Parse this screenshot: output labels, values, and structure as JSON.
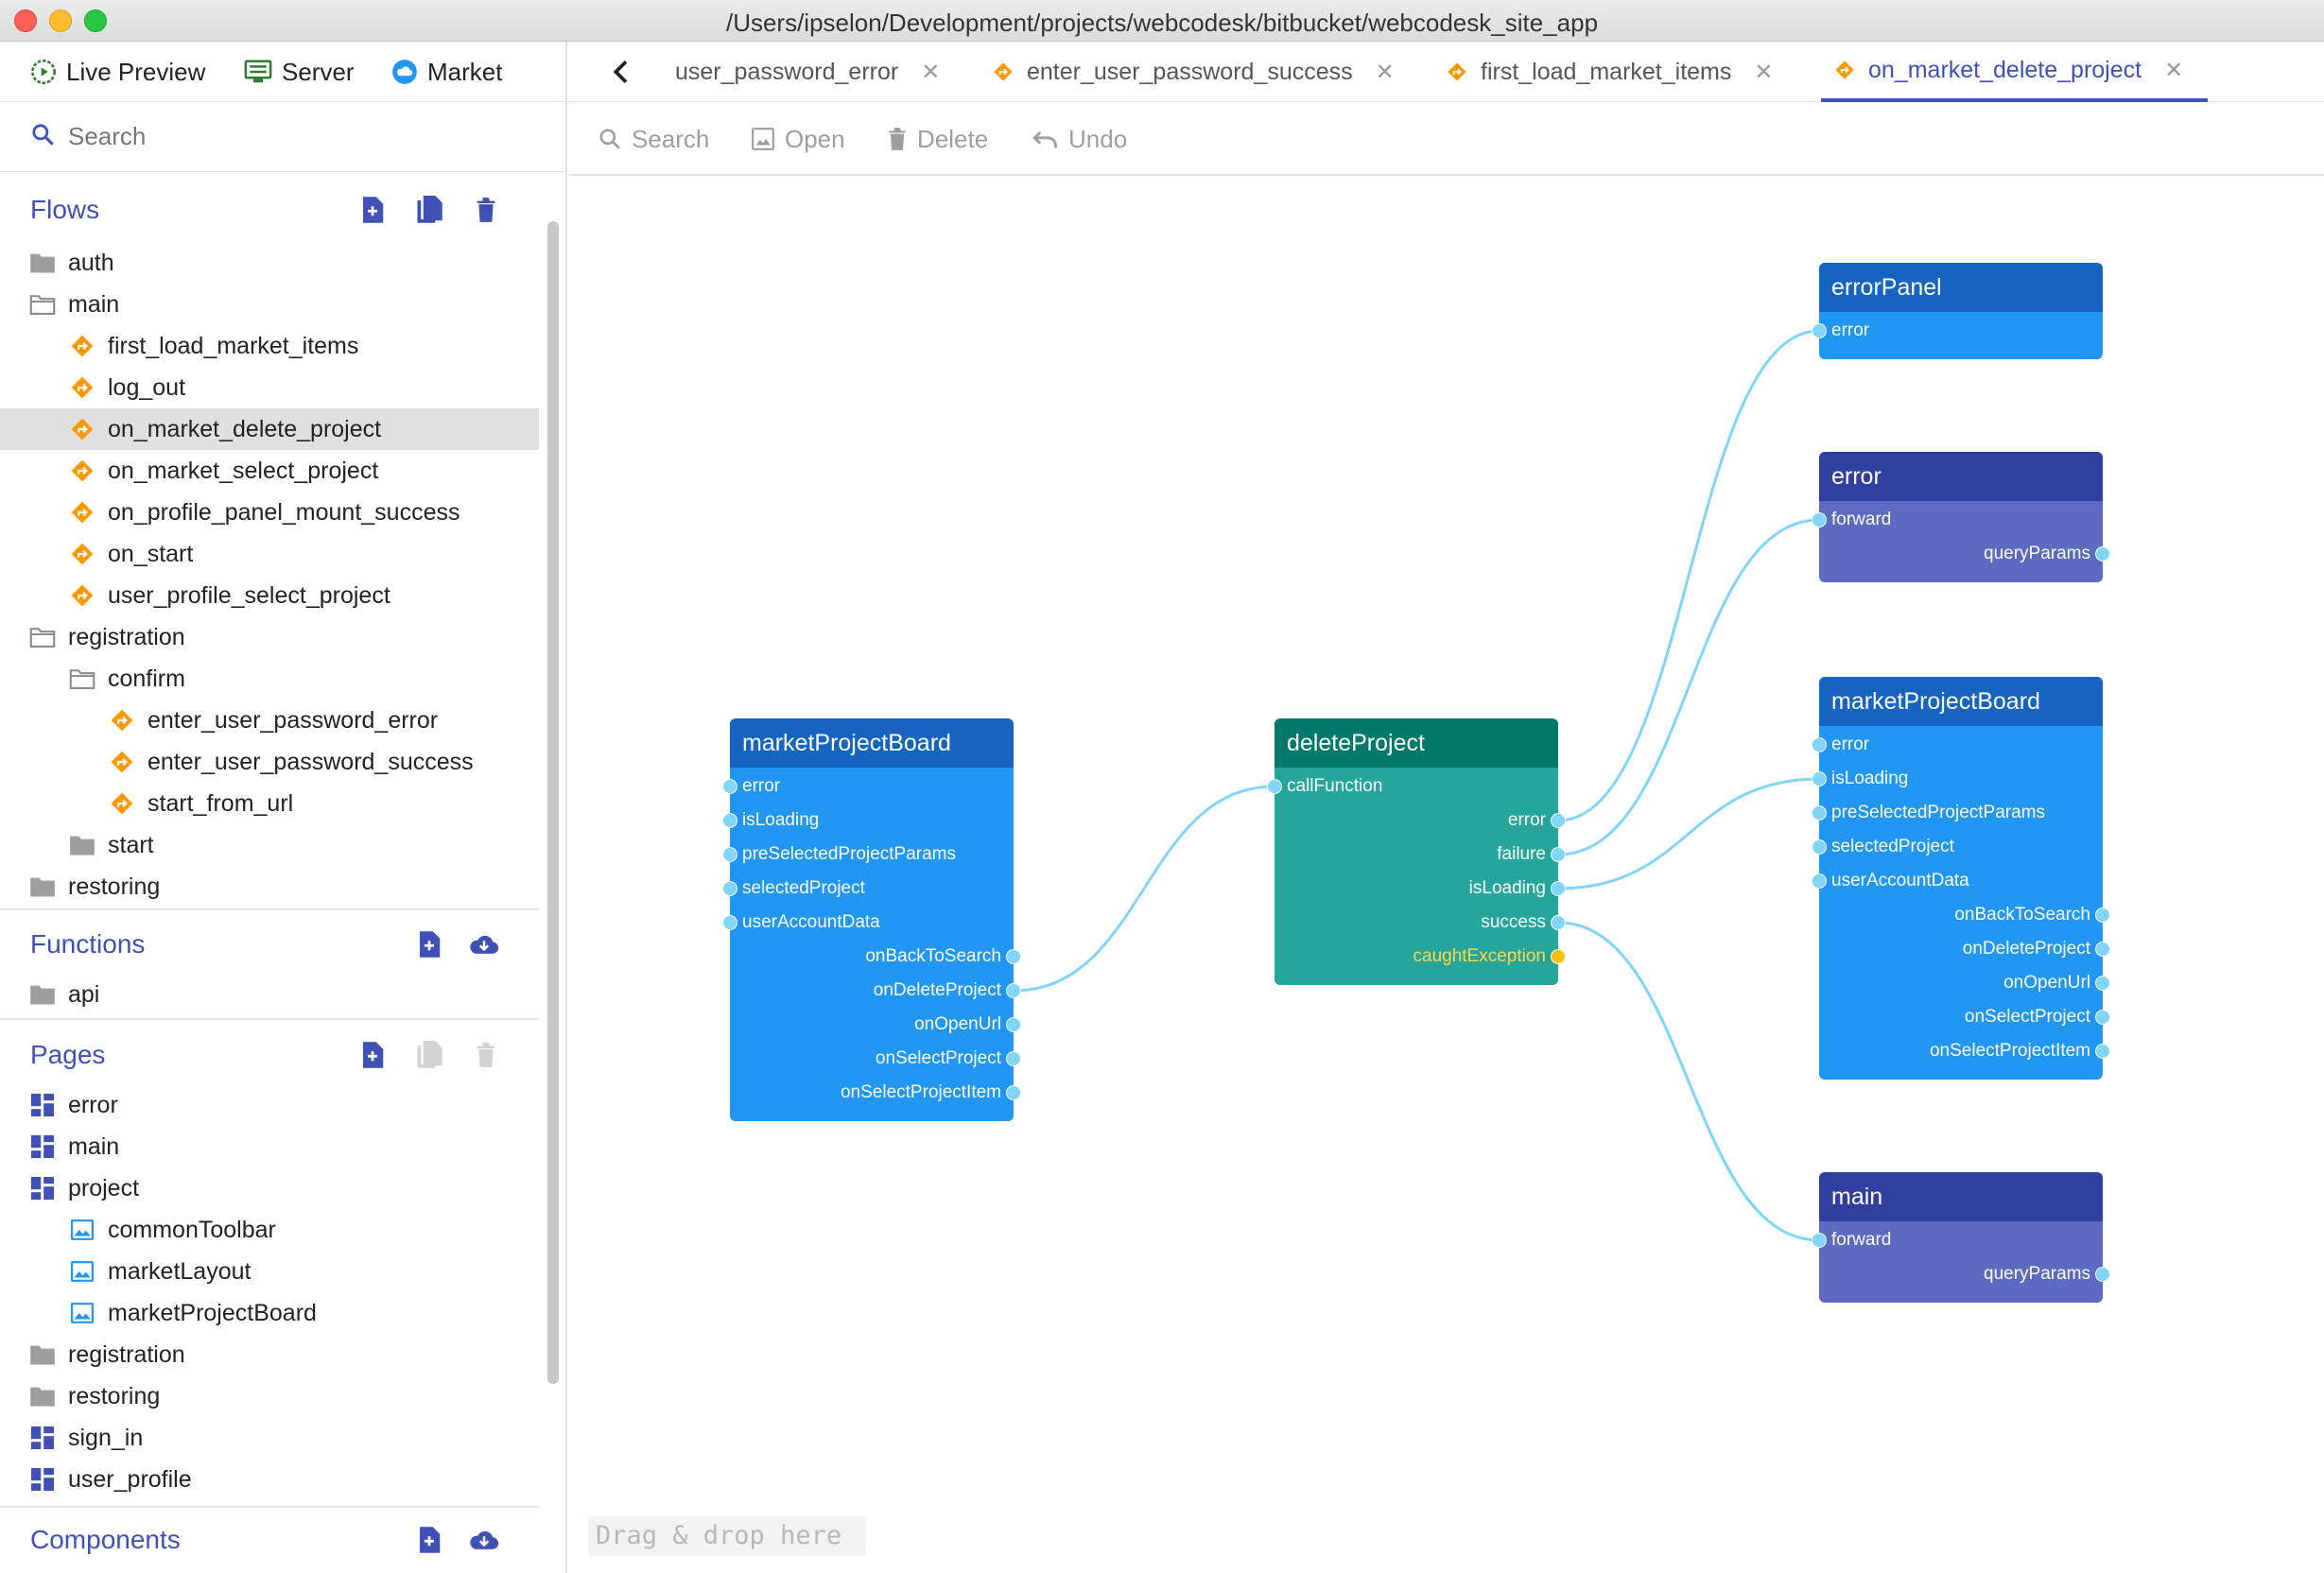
{
  "window": {
    "title": "/Users/ipselon/Development/projects/webcodesk/bitbucket/webcodesk_site_app"
  },
  "app_tabs": {
    "live_preview": "Live Preview",
    "server": "Server",
    "market": "Market"
  },
  "sidebar": {
    "search_placeholder": "Search",
    "flows": {
      "title": "Flows",
      "items": [
        {
          "label": "auth",
          "icon": "folder-filled-icon"
        },
        {
          "label": "main",
          "icon": "folder-open-icon"
        },
        {
          "label": "first_load_market_items",
          "icon": "flow-icon"
        },
        {
          "label": "log_out",
          "icon": "flow-icon"
        },
        {
          "label": "on_market_delete_project",
          "icon": "flow-icon",
          "selected": true
        },
        {
          "label": "on_market_select_project",
          "icon": "flow-icon"
        },
        {
          "label": "on_profile_panel_mount_success",
          "icon": "flow-icon"
        },
        {
          "label": "on_start",
          "icon": "flow-icon"
        },
        {
          "label": "user_profile_select_project",
          "icon": "flow-icon"
        },
        {
          "label": "registration",
          "icon": "folder-open-icon"
        },
        {
          "label": "confirm",
          "icon": "folder-open-icon"
        },
        {
          "label": "enter_user_password_error",
          "icon": "flow-icon"
        },
        {
          "label": "enter_user_password_success",
          "icon": "flow-icon"
        },
        {
          "label": "start_from_url",
          "icon": "flow-icon"
        },
        {
          "label": "start",
          "icon": "folder-filled-icon"
        },
        {
          "label": "restoring",
          "icon": "folder-filled-icon"
        }
      ]
    },
    "functions": {
      "title": "Functions",
      "items": [
        {
          "label": "api",
          "icon": "folder-filled-icon"
        }
      ]
    },
    "pages": {
      "title": "Pages",
      "items": [
        {
          "label": "error",
          "icon": "page-icon"
        },
        {
          "label": "main",
          "icon": "page-icon"
        },
        {
          "label": "project",
          "icon": "page-icon"
        },
        {
          "label": "commonToolbar",
          "icon": "image-icon"
        },
        {
          "label": "marketLayout",
          "icon": "image-icon"
        },
        {
          "label": "marketProjectBoard",
          "icon": "image-icon"
        },
        {
          "label": "registration",
          "icon": "folder-filled-icon"
        },
        {
          "label": "restoring",
          "icon": "folder-filled-icon"
        },
        {
          "label": "sign_in",
          "icon": "page-icon"
        },
        {
          "label": "user_profile",
          "icon": "page-icon"
        }
      ]
    },
    "components": {
      "title": "Components"
    }
  },
  "editor_tabs": [
    {
      "label": "user_password_error",
      "icon": "none"
    },
    {
      "label": "enter_user_password_success",
      "icon": "flow-icon"
    },
    {
      "label": "first_load_market_items",
      "icon": "flow-icon"
    },
    {
      "label": "on_market_delete_project",
      "icon": "flow-icon",
      "active": true
    }
  ],
  "toolbar": {
    "search": "Search",
    "open": "Open",
    "delete": "Delete",
    "undo": "Undo"
  },
  "nodes": {
    "board_left": {
      "title": "marketProjectBoard",
      "inputs": [
        "error",
        "isLoading",
        "preSelectedProjectParams",
        "selectedProject",
        "userAccountData"
      ],
      "outputs": [
        "onBackToSearch",
        "onDeleteProject",
        "onOpenUrl",
        "onSelectProject",
        "onSelectProjectItem"
      ]
    },
    "delete_project": {
      "title": "deleteProject",
      "inputs": [
        "callFunction"
      ],
      "outputs": [
        "error",
        "failure",
        "isLoading",
        "success",
        "caughtException"
      ]
    },
    "error_panel": {
      "title": "errorPanel",
      "inputs": [
        "error"
      ],
      "outputs": []
    },
    "error_page": {
      "title": "error",
      "inputs": [
        "forward"
      ],
      "outputs": [
        "queryParams"
      ]
    },
    "board_right": {
      "title": "marketProjectBoard",
      "inputs": [
        "error",
        "isLoading",
        "preSelectedProjectParams",
        "selectedProject",
        "userAccountData"
      ],
      "outputs": [
        "onBackToSearch",
        "onDeleteProject",
        "onOpenUrl",
        "onSelectProject",
        "onSelectProjectItem"
      ]
    },
    "main_page": {
      "title": "main",
      "inputs": [
        "forward"
      ],
      "outputs": [
        "queryParams"
      ]
    }
  },
  "canvas": {
    "drop_hint": "Drag & drop here"
  },
  "colors": {
    "accent": "#3f51b5",
    "flow_icon": "#ff9800",
    "component_head": "#1565c0",
    "component_body": "#2196f3",
    "function_head": "#00796b",
    "function_body": "#26a69a",
    "page_head": "#303f9f",
    "page_body": "#5c6bc0",
    "wire": "#81d4fa",
    "warning_port": "#ffc107"
  }
}
